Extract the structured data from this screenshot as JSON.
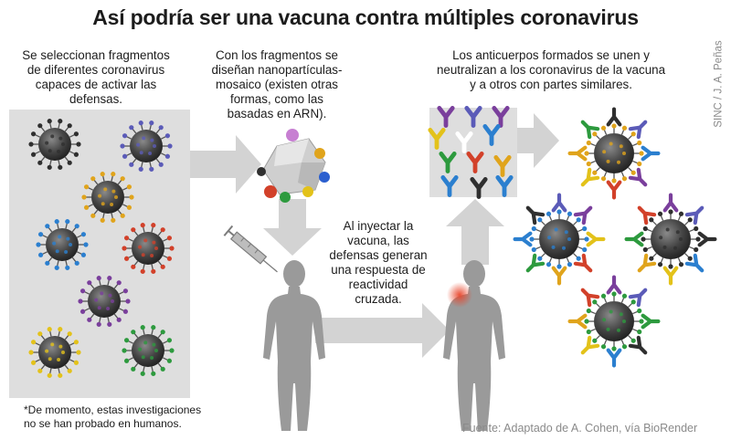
{
  "title": "Así podría ser una vacuna contra múltiples coronavirus",
  "credit": "SINC / J. A. Peñas",
  "steps": {
    "step1": [
      "Se seleccionan fragmentos",
      "de diferentes coronavirus",
      "capaces de activar las",
      "defensas."
    ],
    "step2": [
      "Con los fragmentos se",
      "diseñan nanopartículas-",
      "mosaico (existen otras",
      "formas, como las",
      "basadas en ARN)."
    ],
    "step3": [
      "Los anticuerpos formados se unen y",
      "neutralizan a los coronavirus de la vacuna",
      "y a otros con partes similares."
    ],
    "step4": [
      "Al inyectar la",
      "vacuna, las",
      "defensas generan",
      "una respuesta de",
      "reactividad",
      "cruzada."
    ]
  },
  "note": [
    "*De momento, estas investigaciones",
    "no se han probado en humanos."
  ],
  "source": "Fuente: Adaptado de A. Cohen, vía BioRender",
  "colors": {
    "panel": "#dedede",
    "arrow": "#d3d3d3",
    "silhouette": "#9a9a9a",
    "virus_body": "#3a3a3a",
    "spike_palette": [
      "#2f2f2f",
      "#5b5bb8",
      "#e0a41c",
      "#2b7fcf",
      "#d2412a",
      "#7a3f9c",
      "#e3c21a",
      "#2d9a3e"
    ]
  },
  "icons": [
    "virus-icon",
    "nanoparticle-icon",
    "syringe-icon",
    "human-silhouette-icon",
    "antibody-icon",
    "arrow-icon"
  ]
}
